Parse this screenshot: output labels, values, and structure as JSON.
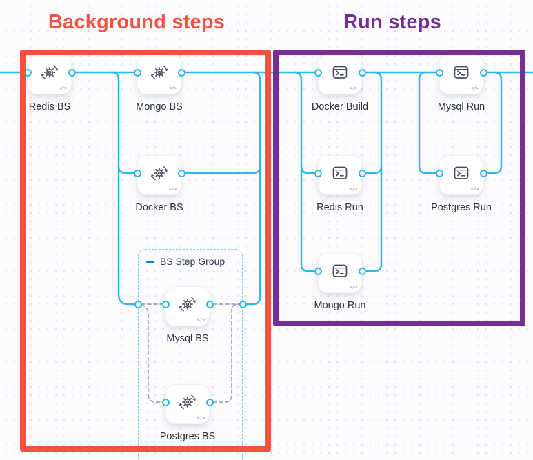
{
  "titles": {
    "background_group": "Background steps",
    "run_group": "Run steps"
  },
  "step_group": {
    "label": "BS Step Group",
    "collapse_icon": "minus-icon"
  },
  "nodes": [
    {
      "id": "redis-bs",
      "label": "Redis BS",
      "icon": "background-step-icon",
      "section": "background"
    },
    {
      "id": "mongo-bs",
      "label": "Mongo BS",
      "icon": "background-step-icon",
      "section": "background"
    },
    {
      "id": "docker-bs",
      "label": "Docker BS",
      "icon": "background-step-icon",
      "section": "background"
    },
    {
      "id": "mysql-bs",
      "label": "Mysql BS",
      "icon": "background-step-icon",
      "section": "background-step-group"
    },
    {
      "id": "postgres-bs",
      "label": "Postgres BS",
      "icon": "background-step-icon",
      "section": "background-step-group"
    },
    {
      "id": "docker-build",
      "label": "Docker Build",
      "icon": "run-step-icon",
      "section": "run"
    },
    {
      "id": "mysql-run",
      "label": "Mysql Run",
      "icon": "run-step-icon",
      "section": "run"
    },
    {
      "id": "redis-run",
      "label": "Redis Run",
      "icon": "run-step-icon",
      "section": "run"
    },
    {
      "id": "postgres-run",
      "label": "Postgres Run",
      "icon": "run-step-icon",
      "section": "run"
    },
    {
      "id": "mongo-run",
      "label": "Mongo Run",
      "icon": "run-step-icon",
      "section": "run"
    }
  ],
  "code_badge_glyph": "</>",
  "colors": {
    "background_accent": "#f3523f",
    "run_accent": "#752e91",
    "connector_blue": "#2eb7ec",
    "connector_muted_gray": "#9fa3b5",
    "group_outline_blue": "#79c9f1",
    "icon_stroke": "#474c5e",
    "label_text": "#2d3240",
    "group_label_text": "#29384d",
    "collapse_icon_blue": "#0b7fd4"
  }
}
